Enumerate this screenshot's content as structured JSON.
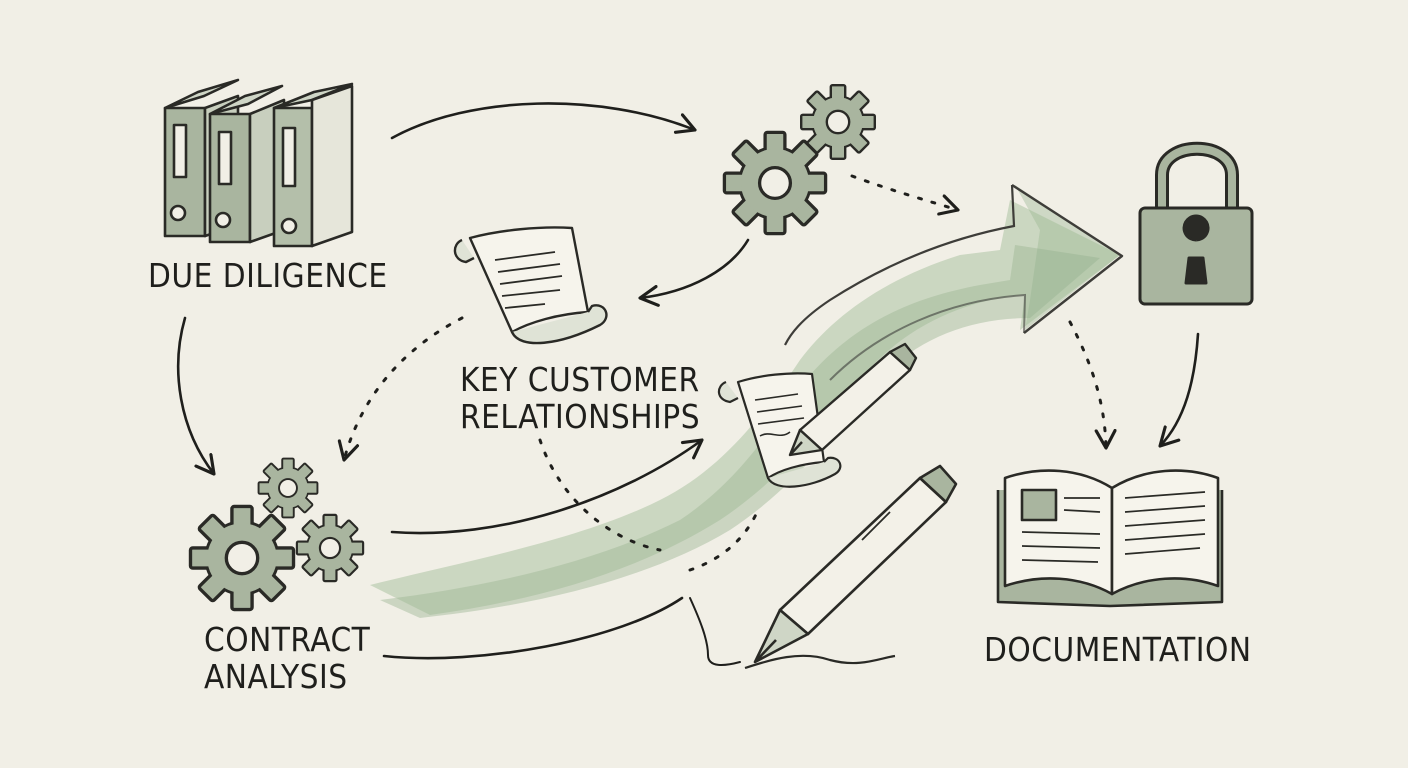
{
  "labels": {
    "due_diligence": "DUE DILIGENCE",
    "key_customer_line1": "KEY CUSTOMER",
    "key_customer_line2": "RELATIONSHIPS",
    "contract_line1": "CONTRACT",
    "contract_line2": "ANALYSIS",
    "documentation": "DOCUMENTATION"
  },
  "icons": [
    "binders-icon",
    "gears-icon",
    "scroll-icon",
    "padlock-icon",
    "pen-icon",
    "open-book-icon",
    "large-arrow-icon"
  ],
  "colors": {
    "background": "#f1efe6",
    "ink": "#1f1f1c",
    "sage": "#8fae87",
    "sage_light": "#b7ccae",
    "icon_fill": "#a9b59f"
  }
}
